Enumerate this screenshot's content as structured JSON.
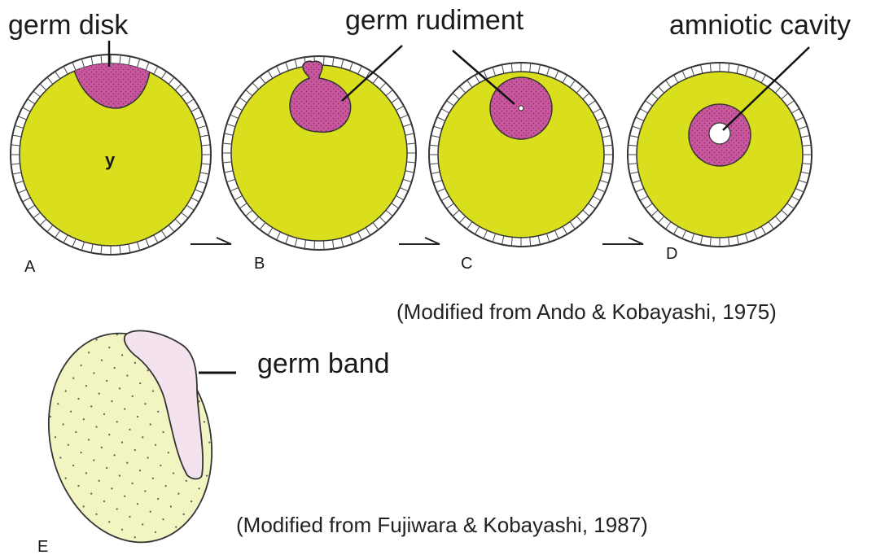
{
  "colors": {
    "yolk": "#d9df1c",
    "yolk_light": "#f2f5c2",
    "germ": "#c9589f",
    "germ_light": "#f4e3ef",
    "shell": "#333333",
    "background": "#ffffff"
  },
  "labels": {
    "germ_disk": "germ disk",
    "germ_rudiment": "germ rudiment",
    "amniotic_cavity": "amniotic cavity",
    "germ_band": "germ band",
    "yolk": "y",
    "stage_a": "A",
    "stage_b": "B",
    "stage_c": "C",
    "stage_d": "D",
    "stage_e": "E",
    "citation_top": "(Modified from Ando & Kobayashi, 1975)",
    "citation_bottom": "(Modified from Fujiwara & Kobayashi, 1987)"
  },
  "arrows": {
    "icon": "progression-arrow-icon",
    "count": 3
  }
}
